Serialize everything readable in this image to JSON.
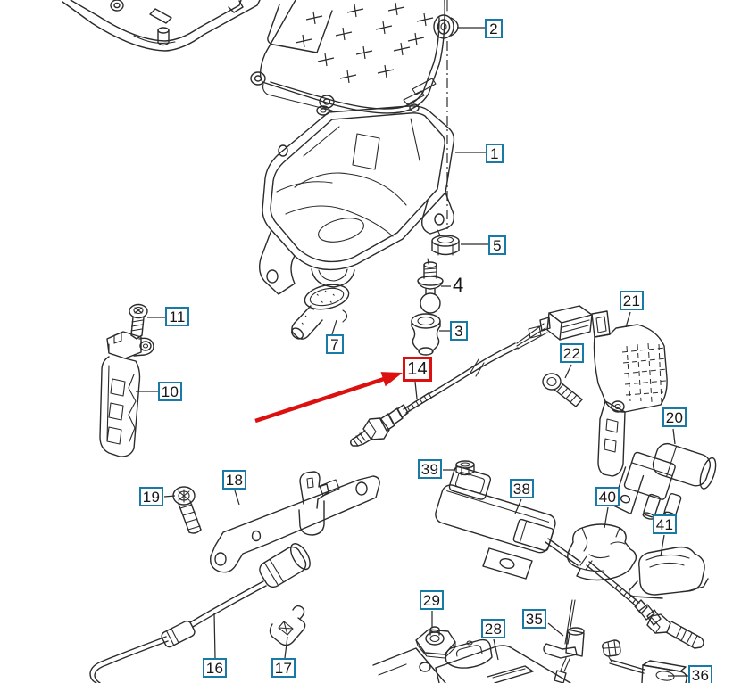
{
  "diagram": {
    "kind": "exploded-parts-diagram",
    "highlighted_callout": "14",
    "colors": {
      "callout_border": "#1a7aa6",
      "highlight_red": "#dd1010",
      "line_art": "#2b2b2b",
      "background": "#ffffff"
    },
    "callouts": {
      "c1": "1",
      "c2": "2",
      "c3": "3",
      "c5": "5",
      "c7": "7",
      "c10": "10",
      "c11": "11",
      "c14": "14",
      "c16": "16",
      "c17": "17",
      "c18": "18",
      "c19": "19",
      "c20": "20",
      "c21": "21",
      "c22": "22",
      "c28": "28",
      "c29": "29",
      "c35": "35",
      "c36": "36",
      "c38": "38",
      "c39": "39",
      "c40": "40",
      "c41": "41"
    },
    "plain_labels": {
      "c4": "4"
    }
  }
}
